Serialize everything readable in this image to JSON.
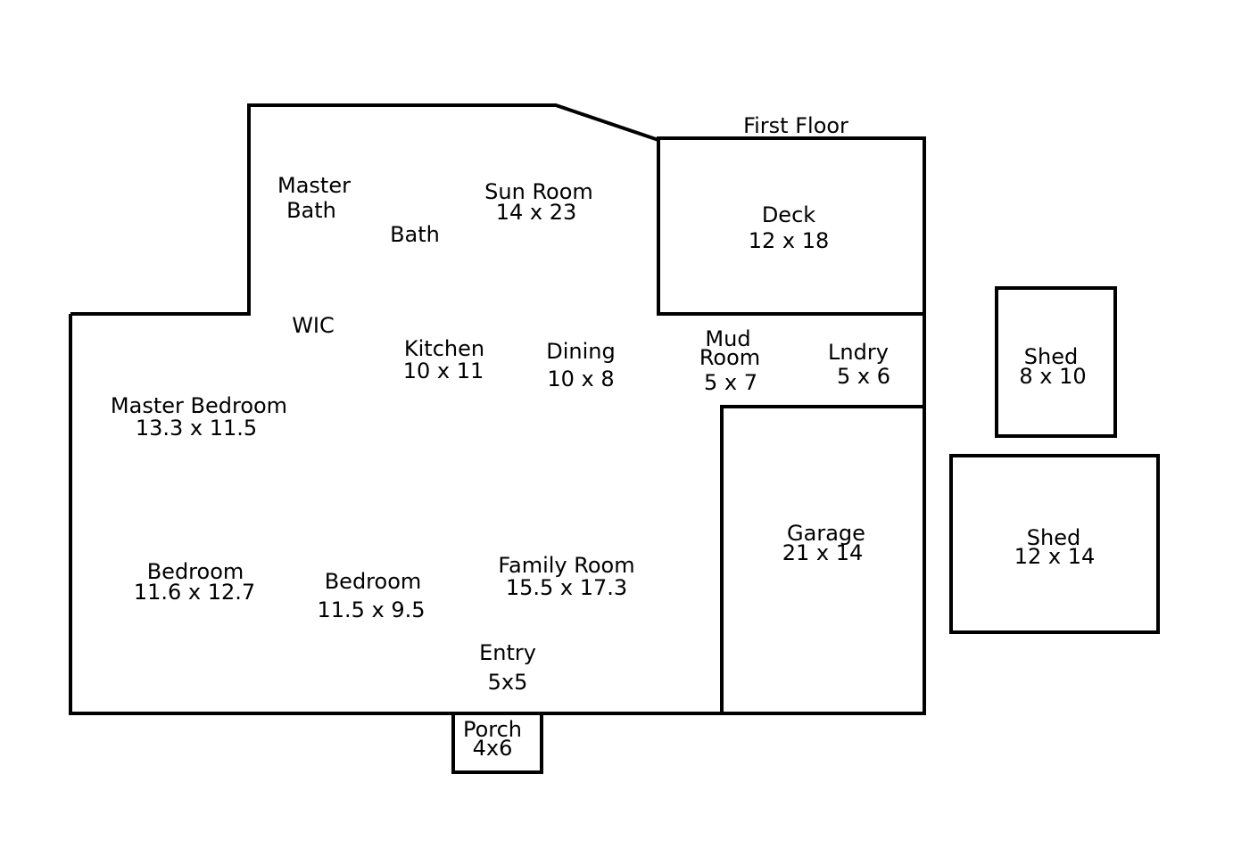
{
  "title": "First Floor",
  "colors": {
    "background": "#ffffff",
    "line": "#000000",
    "text": "#000000"
  },
  "rooms": {
    "master_bath": {
      "line1": "Master",
      "line2": "Bath"
    },
    "bath": {
      "name": "Bath"
    },
    "sun_room": {
      "name": "Sun Room",
      "size": "14 x 23"
    },
    "deck": {
      "name": "Deck",
      "size": "12 x 18"
    },
    "wic": {
      "name": "WIC"
    },
    "kitchen": {
      "name": "Kitchen",
      "size": "10 x 11"
    },
    "dining": {
      "name": "Dining",
      "size": "10 x 8"
    },
    "mud_room": {
      "line1": "Mud",
      "line2": "Room",
      "size": "5 x 7"
    },
    "laundry": {
      "name": "Lndry",
      "size": "5 x 6"
    },
    "master_bedroom": {
      "name": "Master Bedroom",
      "size": "13.3 x 11.5"
    },
    "bedroom_1": {
      "name": "Bedroom",
      "size": "11.6 x 12.7"
    },
    "bedroom_2": {
      "name": "Bedroom",
      "size": "11.5 x 9.5"
    },
    "family_room": {
      "name": "Family Room",
      "size": "15.5 x 17.3"
    },
    "entry": {
      "name": "Entry",
      "size": "5x5"
    },
    "garage": {
      "name": "Garage",
      "size": "21 x 14"
    },
    "porch": {
      "name": "Porch",
      "size": "4x6"
    },
    "shed_small": {
      "name": "Shed",
      "size": "8 x 10"
    },
    "shed_large": {
      "name": "Shed",
      "size": "12 x 14"
    }
  }
}
